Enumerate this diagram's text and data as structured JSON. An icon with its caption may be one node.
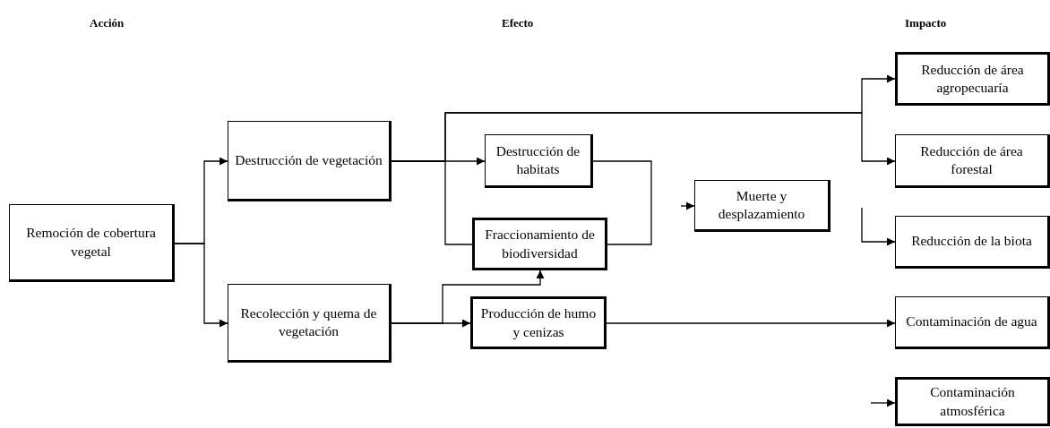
{
  "diagram": {
    "nodes": [
      {
        "text": [
          "Remoción de cobertura vegetal"
        ]
      },
      {
        "text": [
          "Destrucción de vegetación"
        ]
      },
      {
        "text": [
          "Recolección y quema de vegetación"
        ]
      },
      {
        "text": [
          "Destrucción de habitats"
        ]
      },
      {
        "text": [
          "Fraccionamiento de biodiversidad"
        ]
      },
      {
        "text": [
          "Producción de humo y cenizas"
        ]
      },
      {
        "text": [
          "Muerte y desplazamiento"
        ]
      },
      {
        "text": [
          "Reducción de área agropecuaría"
        ]
      },
      {
        "text": [
          "Reducción de área forestal"
        ]
      },
      {
        "text": [
          "Reducción de la biota"
        ]
      },
      {
        "text": [
          "Contaminación de agua"
        ]
      },
      {
        "text": [
          "Contaminación atmosférica"
        ]
      }
    ],
    "edges": [
      {
        "from": 0,
        "to": 1,
        "arrow": "to"
      },
      {
        "from": 0,
        "to": 2,
        "arrow": "to"
      },
      {
        "from": 1,
        "to": 3,
        "arrow": "to"
      },
      {
        "from": 1,
        "to": 7,
        "arrow": "to"
      },
      {
        "from": 1,
        "to": 8,
        "arrow": "to"
      },
      {
        "from": 1,
        "to": 4,
        "arrow": "none"
      },
      {
        "from": 3,
        "to": 4,
        "arrow": "none"
      },
      {
        "from": 2,
        "to": 5,
        "arrow": "to"
      },
      {
        "from": 2,
        "to": 4,
        "arrow": "to"
      },
      {
        "from": 5,
        "to": 10,
        "arrow": "to"
      },
      {
        "from": null,
        "to": 6,
        "arrow": "to"
      },
      {
        "from": null,
        "to": 9,
        "arrow": "to"
      },
      {
        "from": null,
        "to": 11,
        "arrow": "to"
      }
    ],
    "labels": [
      "Acción",
      "Efecto",
      "Impacto"
    ]
  }
}
